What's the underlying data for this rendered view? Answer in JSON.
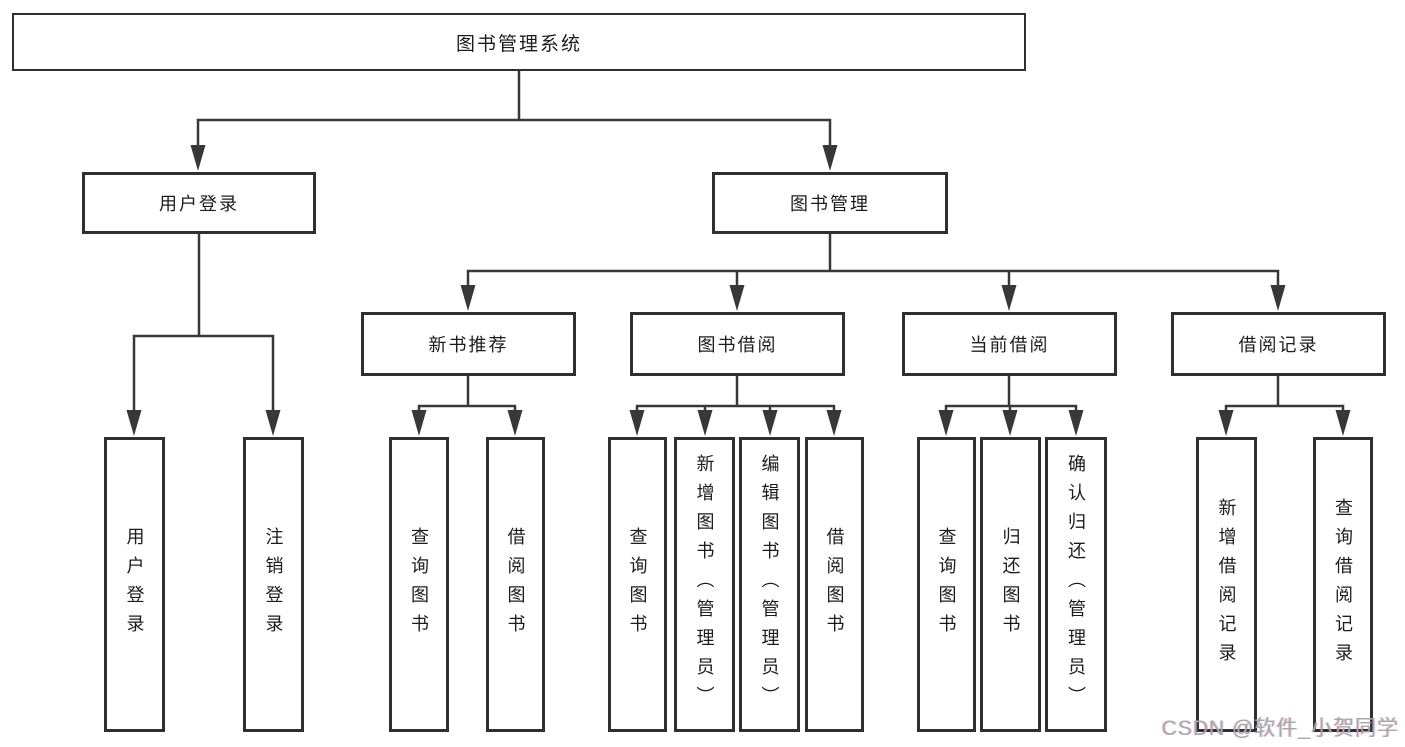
{
  "diagram": {
    "root": {
      "label": "图书管理系统"
    },
    "branches": [
      {
        "label": "用户登录",
        "leaves": [
          {
            "label": "用户登录"
          },
          {
            "label": "注销登录"
          }
        ]
      },
      {
        "label": "图书管理",
        "groups": [
          {
            "label": "新书推荐",
            "leaves": [
              {
                "label": "查询图书"
              },
              {
                "label": "借阅图书"
              }
            ]
          },
          {
            "label": "图书借阅",
            "leaves": [
              {
                "label": "查询图书"
              },
              {
                "label": "新增图书（管理员）"
              },
              {
                "label": "编辑图书（管理员）"
              },
              {
                "label": "借阅图书"
              }
            ]
          },
          {
            "label": "当前借阅",
            "leaves": [
              {
                "label": "查询图书"
              },
              {
                "label": "归还图书"
              },
              {
                "label": "确认归还（管理员）"
              }
            ]
          },
          {
            "label": "借阅记录",
            "leaves": [
              {
                "label": "新增借阅记录"
              },
              {
                "label": "查询借阅记录"
              }
            ]
          }
        ]
      }
    ]
  },
  "watermark": {
    "text": "CSDN @软件_小贺同学"
  },
  "colors": {
    "line": "#383838",
    "box_border": "#2f2f2f",
    "text": "#1c1c1c",
    "watermark": "#a9a9a9",
    "background": "#ffffff"
  }
}
